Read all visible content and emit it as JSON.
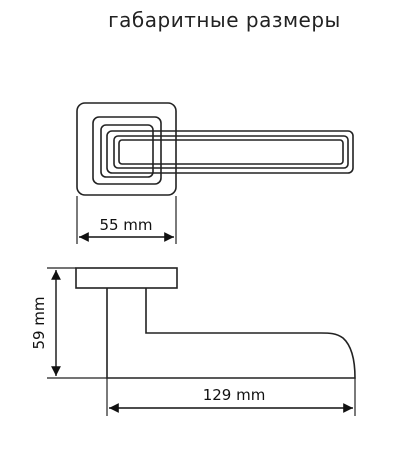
{
  "title": "габаритные размеры",
  "dimensions": {
    "rosette_width": "55 mm",
    "height": "59 mm",
    "handle_length": "129 mm"
  },
  "colors": {
    "line": "#222222",
    "background": "#ffffff"
  }
}
